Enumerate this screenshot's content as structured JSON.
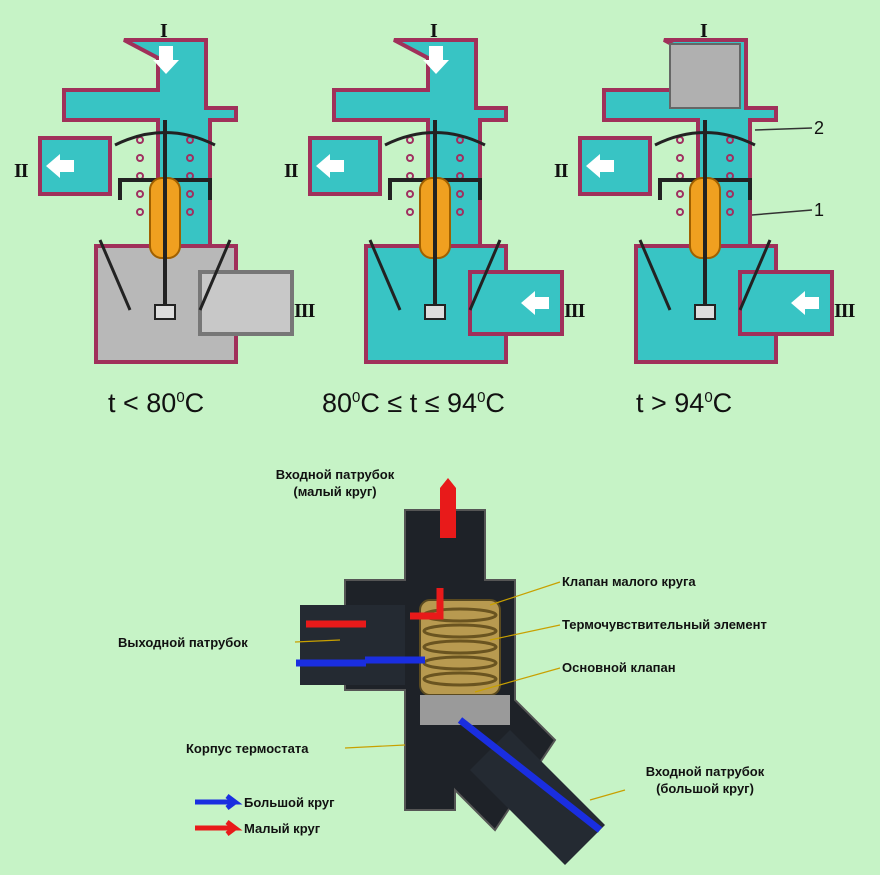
{
  "roman": {
    "one": "I",
    "two": "II",
    "three": "III"
  },
  "conditions": [
    {
      "pre": "t < 80",
      "sup": "0",
      "post": "C",
      "sup2": "",
      "post2": ""
    },
    {
      "pre": "80",
      "sup": "0",
      "post": "C ≤ t ≤ 94",
      "sup2": "0",
      "post2": "C"
    },
    {
      "pre": "t > 94",
      "sup": "0",
      "post": "C",
      "sup2": "",
      "post2": ""
    }
  ],
  "callout_numbers": {
    "n2": "2",
    "n1": "1"
  },
  "photo_labels": {
    "inlet_small_1": "Входной патрубок",
    "inlet_small_2": "(малый круг)",
    "small_valve": "Клапан малого круга",
    "thermo_element": "Термочувствительный элемент",
    "outlet": "Выходной патрубок",
    "main_valve": "Основной клапан",
    "housing": "Корпус термостата",
    "inlet_big_1": "Входной патрубок",
    "inlet_big_2": "(большой круг)"
  },
  "legend": [
    {
      "label": "Большой круг",
      "color": "#1a2ee0"
    },
    {
      "label": "Малый круг",
      "color": "#e81a1a"
    }
  ],
  "colors": {
    "background": "#c6f3c6",
    "coolant": "#38c4c4",
    "wall": "#a0305a",
    "element": "#f0a020"
  }
}
